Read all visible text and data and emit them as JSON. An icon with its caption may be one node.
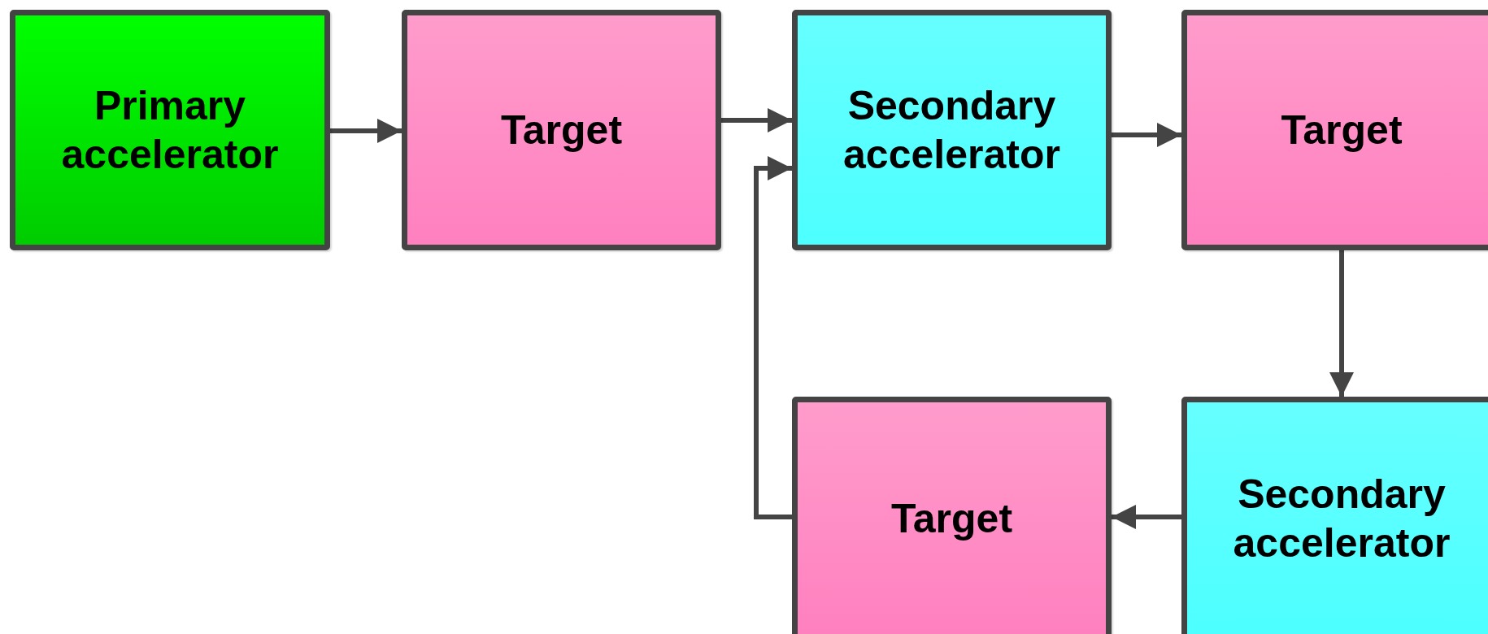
{
  "diagram": {
    "nodes": [
      {
        "text": [
          "Primary accelerator"
        ]
      },
      {
        "text": [
          "Target"
        ]
      },
      {
        "text": [
          "Secondary accelerator"
        ]
      },
      {
        "text": [
          "Target"
        ]
      },
      {
        "text": [
          "Target"
        ]
      },
      {
        "text": [
          "Secondary accelerator"
        ]
      }
    ],
    "edges": [
      {
        "from": 0,
        "to": 1,
        "arrow": "to"
      },
      {
        "from": 1,
        "to": 2,
        "arrow": "to"
      },
      {
        "from": 2,
        "to": 3,
        "arrow": "to"
      },
      {
        "from": 3,
        "to": 5,
        "arrow": "to"
      },
      {
        "from": 5,
        "to": 4,
        "arrow": "to"
      },
      {
        "from": 4,
        "to": 2,
        "arrow": "to"
      }
    ]
  }
}
